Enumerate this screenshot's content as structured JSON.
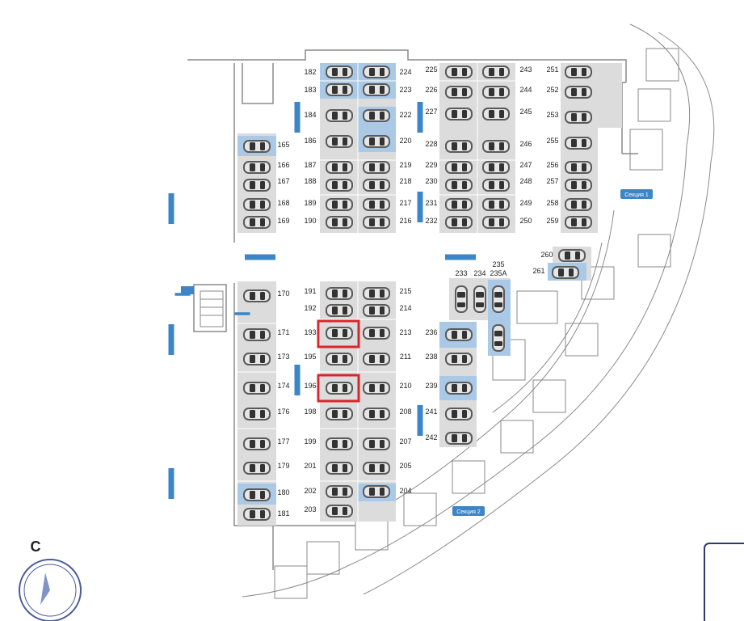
{
  "compass": {
    "label": "С"
  },
  "sections": {
    "sec1": "Секция 1",
    "sec2": "Секция 2"
  },
  "spots": {
    "182": "182",
    "183": "183",
    "184": "184",
    "186": "186",
    "187": "187",
    "188": "188",
    "189": "189",
    "190": "190",
    "224": "224",
    "223": "223",
    "222": "222",
    "220": "220",
    "219": "219",
    "218": "218",
    "217": "217",
    "216": "216",
    "225": "225",
    "226": "226",
    "227": "227",
    "228": "228",
    "229": "229",
    "230": "230",
    "231": "231",
    "232": "232",
    "243": "243",
    "244": "244",
    "245": "245",
    "246": "246",
    "247": "247",
    "248": "248",
    "249": "249",
    "250": "250",
    "251": "251",
    "252": "252",
    "253": "253",
    "255": "255",
    "256": "256",
    "257": "257",
    "258": "258",
    "259": "259",
    "165": "165",
    "166": "166",
    "167": "167",
    "168": "168",
    "169": "169",
    "260": "260",
    "261": "261",
    "233": "233",
    "234": "234",
    "235": "235",
    "235A": "235A",
    "170": "170",
    "171": "171",
    "173": "173",
    "174": "174",
    "176": "176",
    "177": "177",
    "179": "179",
    "180": "180",
    "181": "181",
    "191": "191",
    "192": "192",
    "193": "193",
    "195": "195",
    "196": "196",
    "198": "198",
    "199": "199",
    "201": "201",
    "202": "202",
    "203": "203",
    "215": "215",
    "214": "214",
    "213": "213",
    "211": "211",
    "210": "210",
    "208": "208",
    "207": "207",
    "205": "205",
    "204": "204",
    "236": "236",
    "238": "238",
    "239": "239",
    "241": "241",
    "242": "242"
  },
  "highlighted_spots": [
    "193",
    "196"
  ],
  "colors": {
    "highlight": "#d9262c",
    "blue_spot": "#a9c9e6",
    "gray_spot": "#dcdcdc",
    "arrow": "#3a86c8",
    "wall": "#8a8a8a"
  }
}
